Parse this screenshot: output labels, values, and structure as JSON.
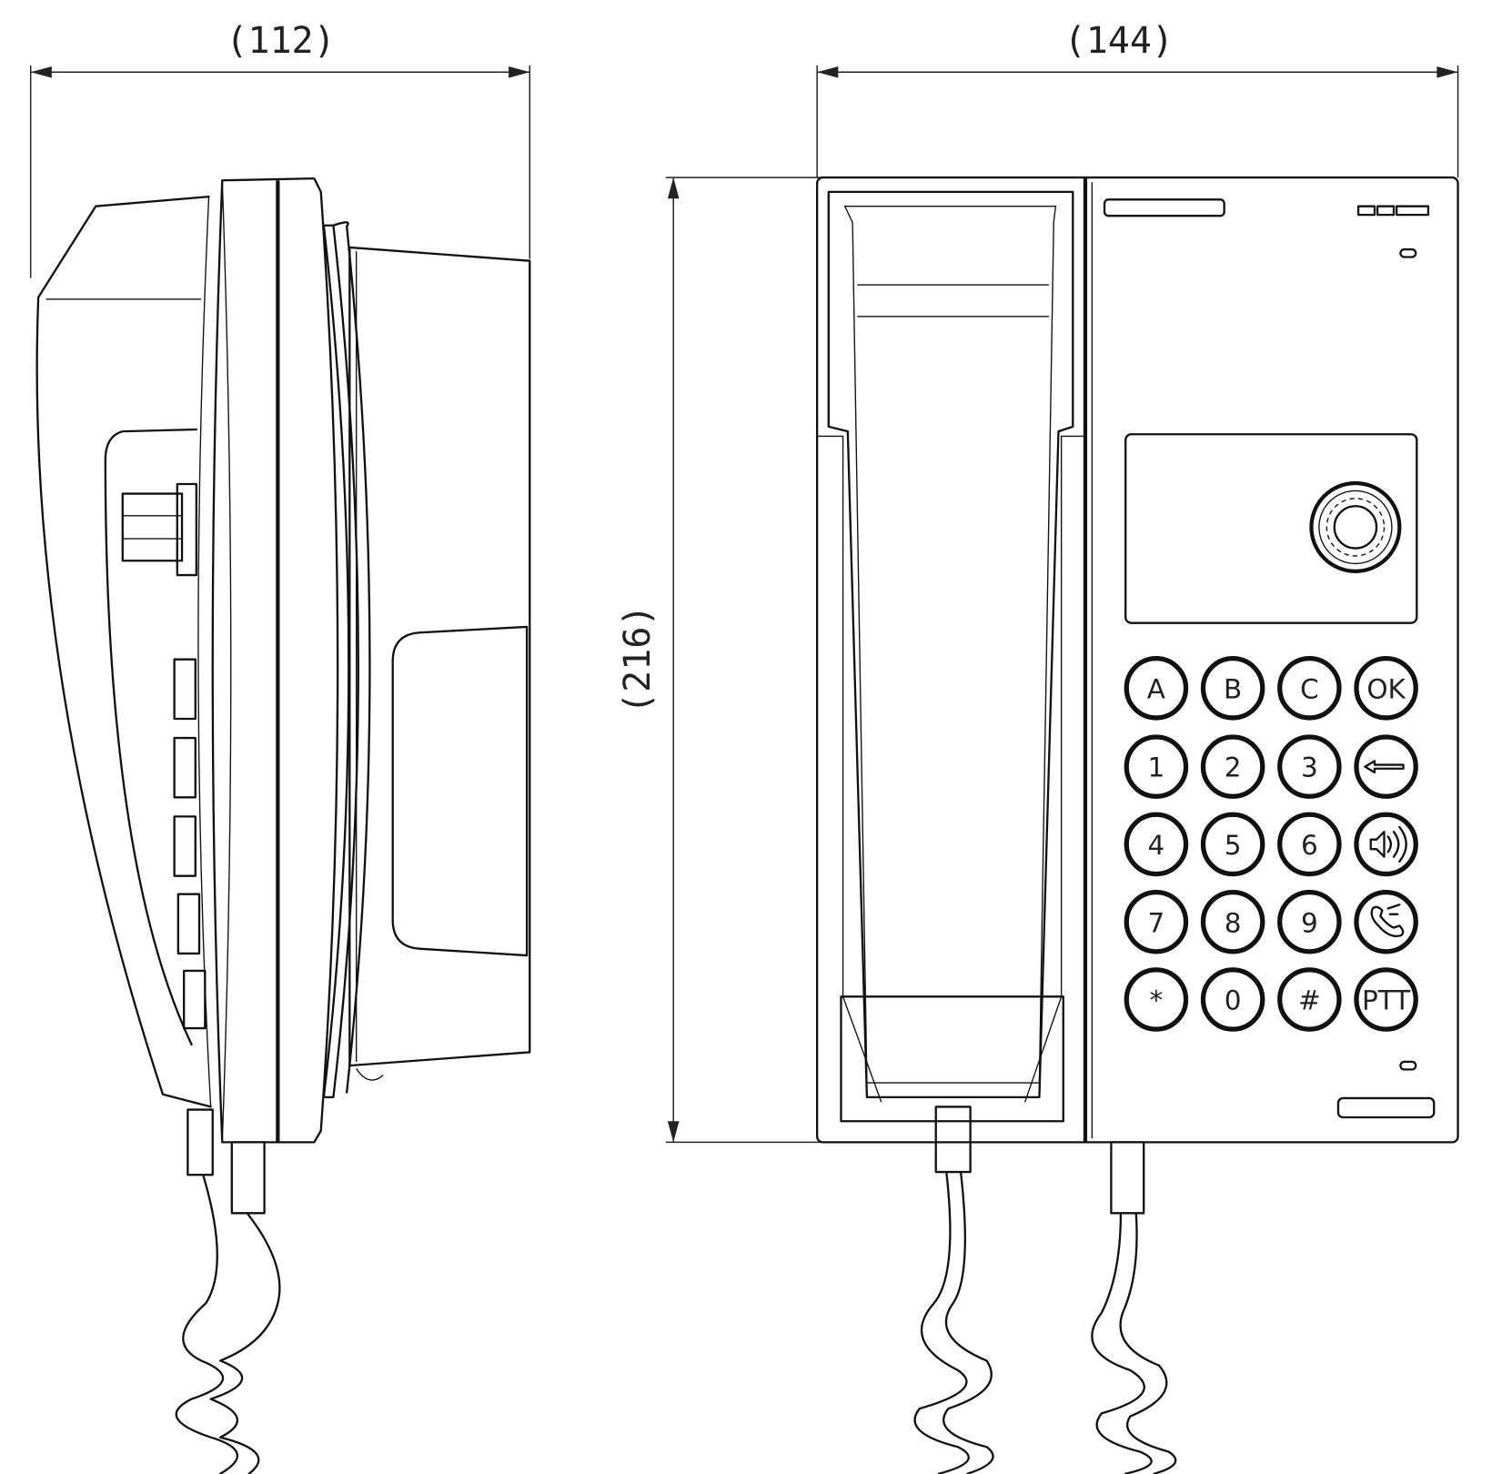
{
  "title": "Telephone dimension drawing",
  "dimensions": {
    "side_depth": "(112)",
    "front_width": "(144)",
    "front_height": "(216)"
  },
  "keypad": {
    "rows": [
      [
        "A",
        "B",
        "C",
        "OK"
      ],
      [
        "1",
        "2",
        "3",
        "backspace-arrow-icon"
      ],
      [
        "4",
        "5",
        "6",
        "speaker-icon"
      ],
      [
        "7",
        "8",
        "9",
        "hang-up-icon"
      ],
      [
        "*",
        "0",
        "#",
        "PTT"
      ]
    ]
  },
  "colors": {
    "line": "#111111",
    "background": "#ffffff"
  }
}
